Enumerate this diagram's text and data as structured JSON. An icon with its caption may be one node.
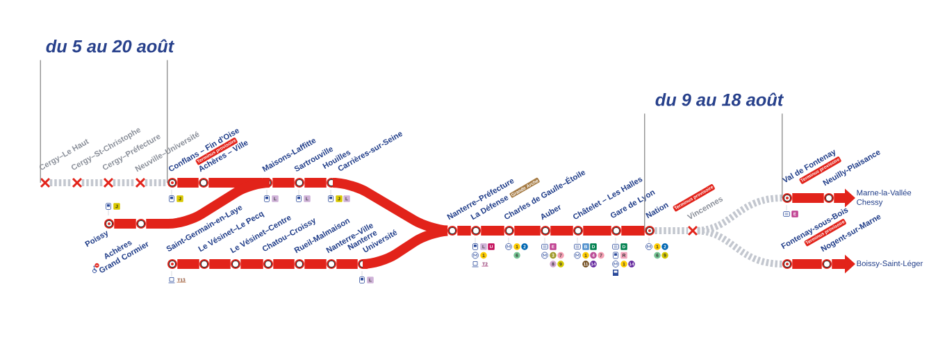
{
  "diagram": {
    "nodes": [
      {
        "text": [],
        "shape": "cross",
        "beside": [
          "Cergy–Le Haut"
        ]
      },
      {
        "text": [],
        "shape": "cross",
        "beside": [
          "Cergy–St-Christophe"
        ]
      },
      {
        "text": [],
        "shape": "cross",
        "beside": [
          "Cergy–Préfecture"
        ]
      },
      {
        "text": [],
        "shape": "cross",
        "beside": [
          "Neuville–Université"
        ]
      },
      {
        "text": [],
        "shape": "circle",
        "beside": [
          "Conflans – Fin d'Oise",
          "Terminus provisoire",
          "J"
        ]
      },
      {
        "text": [],
        "shape": "circle",
        "beside": [
          "Achères – Ville"
        ]
      },
      {
        "text": [],
        "shape": "circle",
        "beside": [
          "Maisons-Laffitte",
          "L"
        ]
      },
      {
        "text": [],
        "shape": "circle",
        "beside": [
          "Sartrouville",
          "L"
        ]
      },
      {
        "text": [],
        "shape": "circle",
        "beside": [
          "Houilles Carrières-sur-Seine",
          "J",
          "L"
        ]
      },
      {
        "text": [],
        "shape": "circle",
        "beside": [
          "Poissy",
          "J"
        ]
      },
      {
        "text": [],
        "shape": "circle",
        "beside": [
          "Achères Grand Cormier"
        ]
      },
      {
        "text": [],
        "shape": "circle",
        "beside": [
          "Saint-Germain-en-Laye",
          "T13"
        ]
      },
      {
        "text": [],
        "shape": "circle",
        "beside": [
          "Le Vésinet–Le Pecq"
        ]
      },
      {
        "text": [],
        "shape": "circle",
        "beside": [
          "Le Vésinet–Centre"
        ]
      },
      {
        "text": [],
        "shape": "circle",
        "beside": [
          "Chatou–Croissy"
        ]
      },
      {
        "text": [],
        "shape": "circle",
        "beside": [
          "Rueil-Malmaison"
        ]
      },
      {
        "text": [],
        "shape": "circle",
        "beside": [
          "Nanterre–Ville"
        ]
      },
      {
        "text": [],
        "shape": "circle",
        "beside": [
          "Nanterre Université",
          "L"
        ]
      },
      {
        "text": [],
        "shape": "circle",
        "beside": [
          "Nanterre–Préfecture"
        ]
      },
      {
        "text": [],
        "shape": "circle",
        "beside": [
          "La Défense",
          "Grande Arche",
          "L",
          "U",
          "1",
          "T2"
        ]
      },
      {
        "text": [],
        "shape": "circle",
        "beside": [
          "Charles de Gaulle–Étoile",
          "1",
          "2",
          "6"
        ]
      },
      {
        "text": [],
        "shape": "circle",
        "beside": [
          "Auber",
          "E",
          "3",
          "7",
          "8",
          "9"
        ]
      },
      {
        "text": [],
        "shape": "circle",
        "beside": [
          "Châtelet – Les Halles",
          "B",
          "D",
          "1",
          "4",
          "7",
          "11",
          "14"
        ]
      },
      {
        "text": [],
        "shape": "circle",
        "beside": [
          "Gare de Lyon",
          "D",
          "R",
          "1",
          "14"
        ]
      },
      {
        "text": [],
        "shape": "circle",
        "beside": [
          "Nation",
          "Terminus provisoire",
          "1",
          "2",
          "6",
          "9"
        ]
      },
      {
        "text": [],
        "shape": "cross",
        "beside": [
          "Vincennes"
        ]
      },
      {
        "text": [],
        "shape": "circle",
        "beside": [
          "Val de Fontenay",
          "Terminus provisoire",
          "E"
        ]
      },
      {
        "text": [],
        "shape": "circle",
        "beside": [
          "Neuilly-Plaisance"
        ]
      },
      {
        "text": [
          "Marne-la-Vallée Chessy"
        ]
      },
      {
        "text": [],
        "shape": "circle",
        "beside": [
          "Fontenay-sous-Bois",
          "Terminus provisoire"
        ]
      },
      {
        "text": [],
        "shape": "circle",
        "beside": [
          "Nogent-sur-Marne"
        ]
      },
      {
        "text": [
          "Boissy-Saint-Léger"
        ]
      },
      {
        "text": [
          "du 5 au 20 août"
        ]
      },
      {
        "text": [
          "du 9 au 18 août"
        ]
      }
    ],
    "edges": [
      {
        "from": 0,
        "to": 1,
        "arrow": "none",
        "style": "dashed",
        "color": "#c3c7cf"
      },
      {
        "from": 1,
        "to": 2,
        "arrow": "none",
        "style": "dashed",
        "color": "#c3c7cf"
      },
      {
        "from": 2,
        "to": 3,
        "arrow": "none",
        "style": "dashed",
        "color": "#c3c7cf"
      },
      {
        "from": 3,
        "to": 4,
        "arrow": "none",
        "style": "dashed",
        "color": "#c3c7cf"
      },
      {
        "from": 4,
        "to": 5,
        "arrow": "none"
      },
      {
        "from": 5,
        "to": 6,
        "arrow": "none"
      },
      {
        "from": 6,
        "to": 7,
        "arrow": "none"
      },
      {
        "from": 7,
        "to": 8,
        "arrow": "none"
      },
      {
        "from": 8,
        "to": 18,
        "arrow": "none"
      },
      {
        "from": 9,
        "to": 10,
        "arrow": "none"
      },
      {
        "from": 10,
        "to": 6,
        "arrow": "none"
      },
      {
        "from": 11,
        "to": 12,
        "arrow": "none"
      },
      {
        "from": 12,
        "to": 13,
        "arrow": "none"
      },
      {
        "from": 13,
        "to": 14,
        "arrow": "none"
      },
      {
        "from": 14,
        "to": 15,
        "arrow": "none"
      },
      {
        "from": 15,
        "to": 16,
        "arrow": "none"
      },
      {
        "from": 16,
        "to": 17,
        "arrow": "none"
      },
      {
        "from": 17,
        "to": 18,
        "arrow": "none"
      },
      {
        "from": 18,
        "to": 19,
        "arrow": "none"
      },
      {
        "from": 19,
        "to": 20,
        "arrow": "none"
      },
      {
        "from": 20,
        "to": 21,
        "arrow": "none"
      },
      {
        "from": 21,
        "to": 22,
        "arrow": "none"
      },
      {
        "from": 22,
        "to": 23,
        "arrow": "none"
      },
      {
        "from": 23,
        "to": 24,
        "arrow": "none"
      },
      {
        "from": 24,
        "to": 25,
        "arrow": "none",
        "style": "dashed",
        "color": "#c3c7cf"
      },
      {
        "from": 25,
        "to": 26,
        "arrow": "none",
        "style": "dashed",
        "color": "#c3c7cf"
      },
      {
        "from": 25,
        "to": 29,
        "arrow": "none",
        "style": "dashed",
        "color": "#c3c7cf"
      },
      {
        "from": 26,
        "to": 27,
        "arrow": "none"
      },
      {
        "from": 27,
        "to": 28,
        "arrow": "to"
      },
      {
        "from": 29,
        "to": 30,
        "arrow": "none"
      },
      {
        "from": 30,
        "to": 31,
        "arrow": "to"
      },
      {
        "from": 32,
        "to": 0,
        "arrow": "none",
        "color": "#8c8c8c"
      },
      {
        "from": 32,
        "to": 4,
        "arrow": "none",
        "color": "#8c8c8c"
      },
      {
        "from": 33,
        "to": 24,
        "arrow": "none",
        "color": "#8c8c8c"
      },
      {
        "from": 33,
        "to": 26,
        "arrow": "none",
        "color": "#8c8c8c"
      }
    ]
  }
}
